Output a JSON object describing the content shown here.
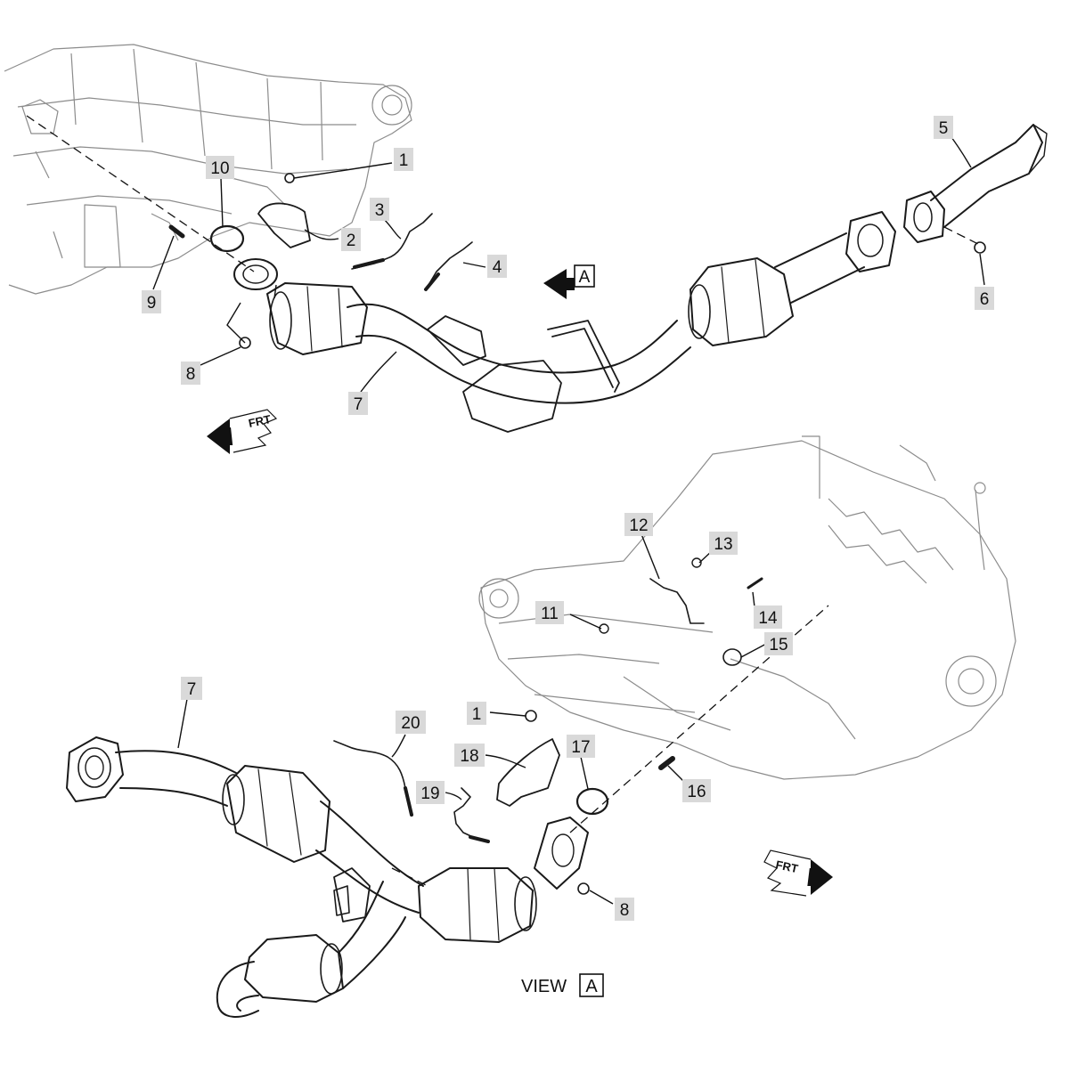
{
  "diagram": {
    "callouts": [
      {
        "id": "c1-top",
        "label": "1"
      },
      {
        "id": "c2",
        "label": "2"
      },
      {
        "id": "c3",
        "label": "3"
      },
      {
        "id": "c4",
        "label": "4"
      },
      {
        "id": "c5",
        "label": "5"
      },
      {
        "id": "c6",
        "label": "6"
      },
      {
        "id": "c7-top",
        "label": "7"
      },
      {
        "id": "c8-top",
        "label": "8"
      },
      {
        "id": "c9",
        "label": "9"
      },
      {
        "id": "c10",
        "label": "10"
      },
      {
        "id": "c11",
        "label": "11"
      },
      {
        "id": "c12",
        "label": "12"
      },
      {
        "id": "c13",
        "label": "13"
      },
      {
        "id": "c14",
        "label": "14"
      },
      {
        "id": "c15",
        "label": "15"
      },
      {
        "id": "c16",
        "label": "16"
      },
      {
        "id": "c17",
        "label": "17"
      },
      {
        "id": "c18",
        "label": "18"
      },
      {
        "id": "c19",
        "label": "19"
      },
      {
        "id": "c20",
        "label": "20"
      },
      {
        "id": "c1-bottom",
        "label": "1"
      },
      {
        "id": "c7-bottom",
        "label": "7"
      },
      {
        "id": "c8-bottom",
        "label": "8"
      }
    ],
    "view_marker": "A",
    "view_caption": {
      "word": "VIEW",
      "letter": "A"
    },
    "front_arrows": [
      "FRT",
      "FRT"
    ]
  }
}
